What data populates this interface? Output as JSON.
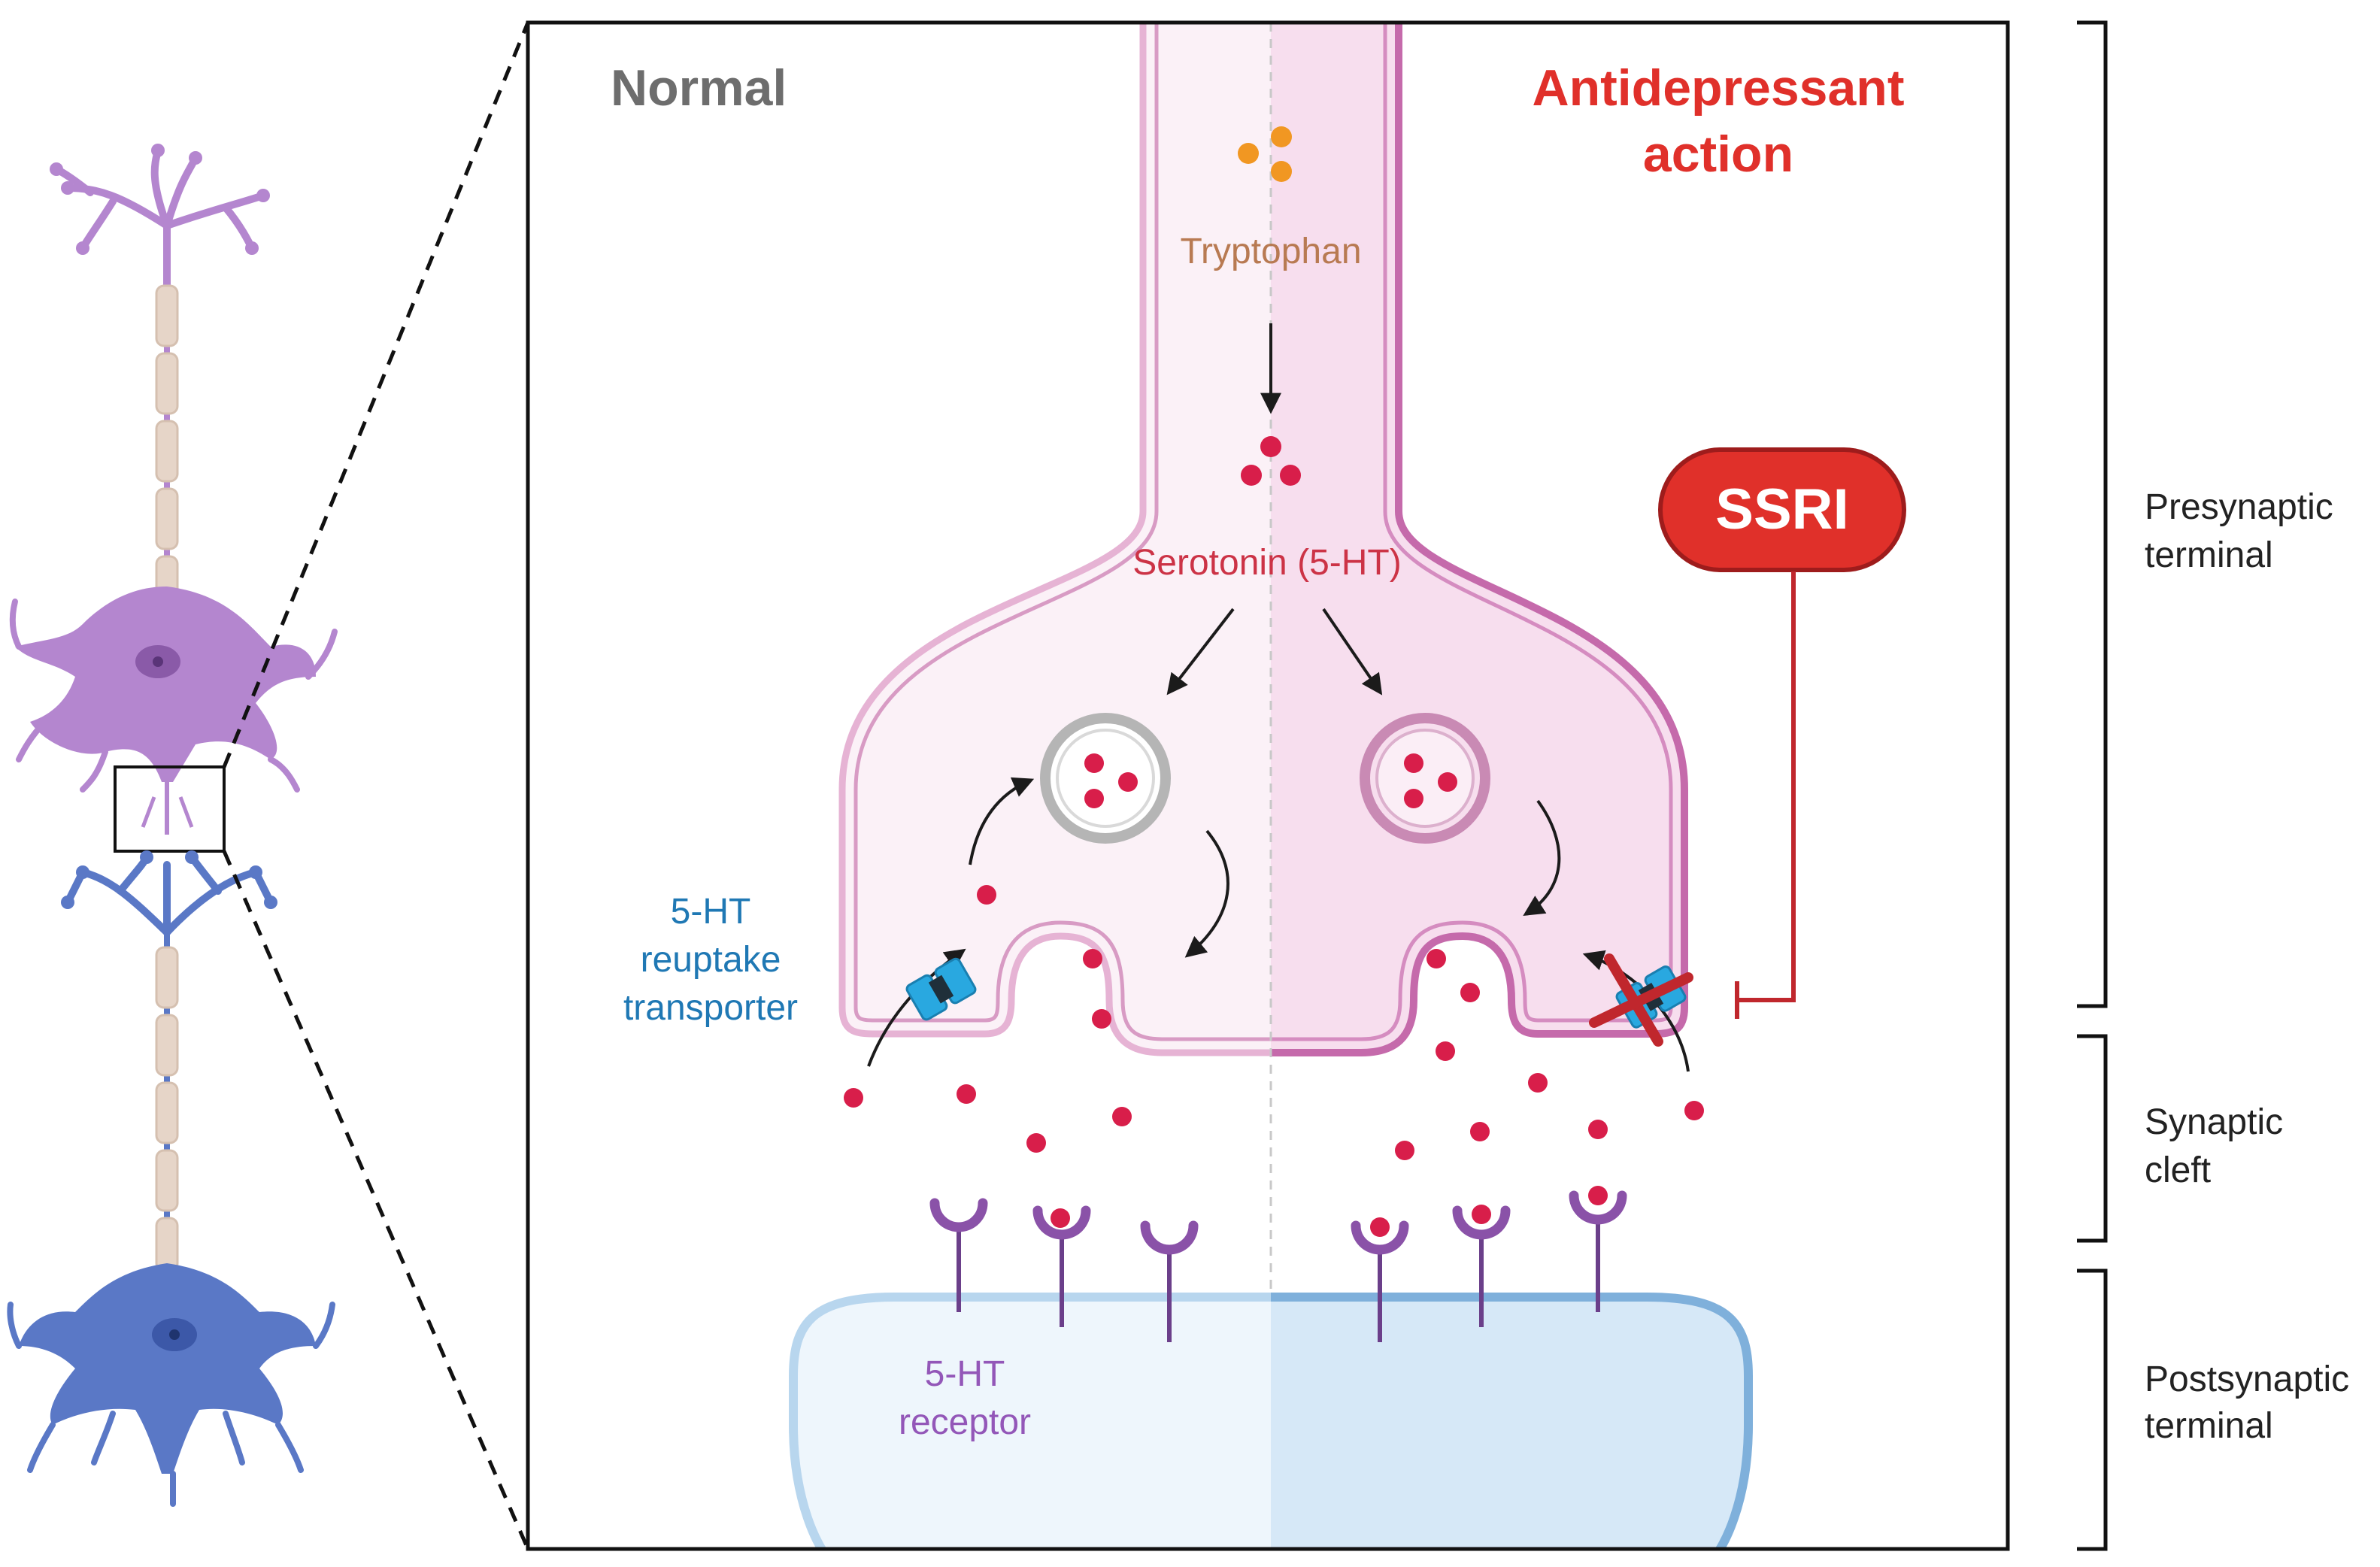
{
  "panel": {
    "left_title": "Normal",
    "right_title_line1": "Antidepressant",
    "right_title_line2": "action"
  },
  "labels": {
    "tryptophan": "Tryptophan",
    "serotonin": "Serotonin (5-HT)",
    "ssri": "SSRI",
    "transporter_line1": "5-HT",
    "transporter_line2": "reuptake",
    "transporter_line3": "transporter",
    "receptor_line1": "5-HT",
    "receptor_line2": "receptor"
  },
  "brackets": {
    "presynaptic_line1": "Presynaptic",
    "presynaptic_line2": "terminal",
    "cleft_line1": "Synaptic",
    "cleft_line2": "cleft",
    "postsynaptic_line1": "Postsynaptic",
    "postsynaptic_line2": "terminal"
  },
  "colors": {
    "serotonin": "#d81e4a",
    "tryptophan": "#f19722",
    "presynaptic_membrane": "#d48ac4",
    "postsynaptic_membrane": "#7fb0db",
    "upper_neuron": "#b486cf",
    "lower_neuron": "#5a78c6",
    "transporter": "#29a8e0",
    "receptor": "#8a52a8",
    "ssri": "#e0302a"
  }
}
